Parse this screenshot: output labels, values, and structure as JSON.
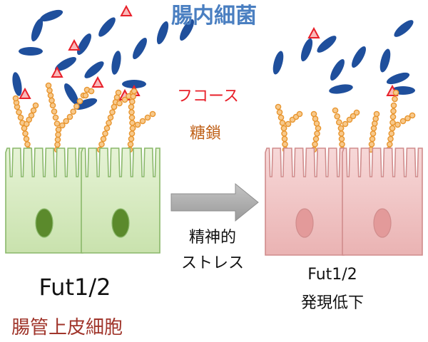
{
  "labels": {
    "title": "腸内細菌",
    "fucose": "フコース",
    "sugar_chain": "糖鎖",
    "stress_line1": "精神的",
    "stress_line2": "ストレス",
    "fut_left": "Fut1/2",
    "fut_right": "Fut1/2",
    "expression_down": "発現低下",
    "epithelial_cells": "腸管上皮細胞"
  },
  "colors": {
    "title": "#4a7fc1",
    "fucose": "#e8202a",
    "sugar_chain": "#c0621a",
    "bacteria": "#1f4f9c",
    "fucose_triangle": "#e8202a",
    "chain_bead_fill": "#f7c98c",
    "chain_bead_stroke": "#e8952e",
    "healthy_cell_fill": "#d6ebc0",
    "healthy_cell_stroke": "#8ab86a",
    "healthy_nucleus": "#5b8a2c",
    "stressed_cell_fill": "#f2c4c4",
    "stressed_cell_stroke": "#d08c8c",
    "stressed_nucleus": "#e39a9a",
    "arrow": "#a9a9a9",
    "text_dark": "#111111",
    "cells_label": "#a0352b"
  },
  "icons": {
    "bacteria": "rod-shaped-bacterium-icon",
    "fucose": "triangle-icon",
    "transition": "right-arrow-icon"
  }
}
